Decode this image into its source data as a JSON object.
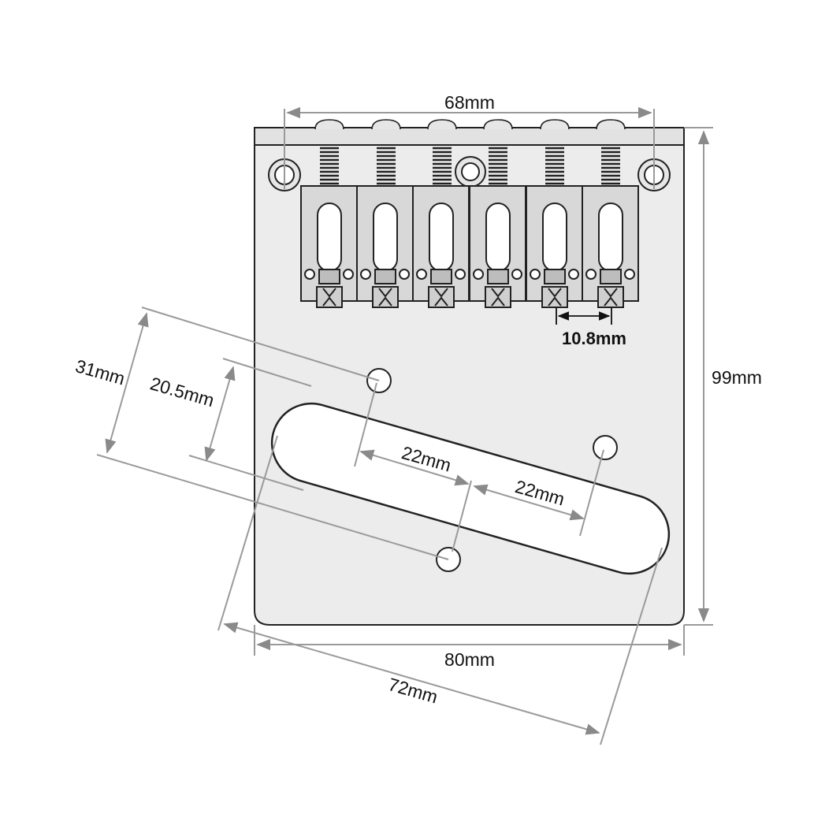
{
  "labels": {
    "top_width": "68mm",
    "saddle_spacing": "10.8mm",
    "height": "99mm",
    "bottom_width": "80mm",
    "pickup_length": "72mm",
    "outer_offset": "31mm",
    "inner_offset": "20.5mm",
    "hole_spacing_left": "22mm",
    "hole_spacing_right": "22mm"
  },
  "colors": {
    "plate_fill": "#ececec",
    "outline": "#222222",
    "dimension_line": "#9a9a9a"
  }
}
